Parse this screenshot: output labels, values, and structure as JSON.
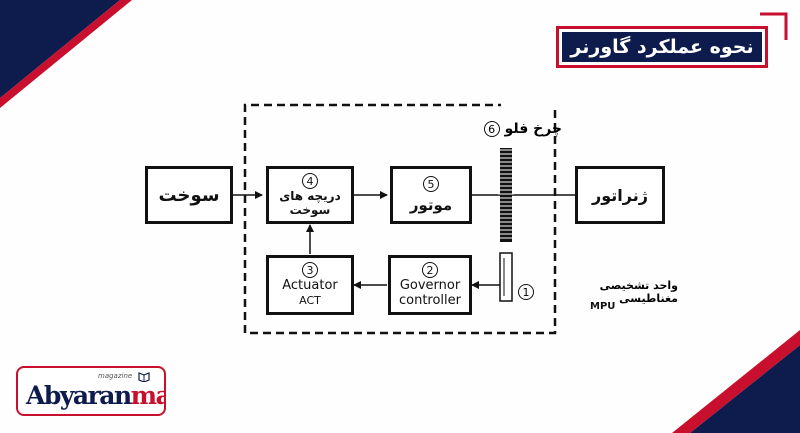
{
  "title": "نحوه عملکرد گاورنر",
  "blocks": {
    "fuel": {
      "label": "سوخت"
    },
    "fuel_valve": {
      "number": "4",
      "line1": "دریچه های",
      "line2": "سوخت"
    },
    "engine": {
      "number": "5",
      "label": "موتور"
    },
    "generator": {
      "label": "ژنراتور"
    },
    "actuator": {
      "number": "3",
      "line1": "Actuator",
      "line2": "ACT"
    },
    "governor": {
      "number": "2",
      "line1": "Governor",
      "line2": "controller"
    }
  },
  "flywheel": {
    "number": "6",
    "label": "چرخ فلو"
  },
  "mpu": {
    "number": "1",
    "label": "واحد تشخیصی مغناطیسی",
    "abbr": "MPU"
  },
  "logo": {
    "small": "magazine",
    "main_1": "Abyaran",
    "main_2": "mag"
  },
  "colors": {
    "navy": "#0d1b4d",
    "red": "#c8102e",
    "line": "#111111"
  }
}
